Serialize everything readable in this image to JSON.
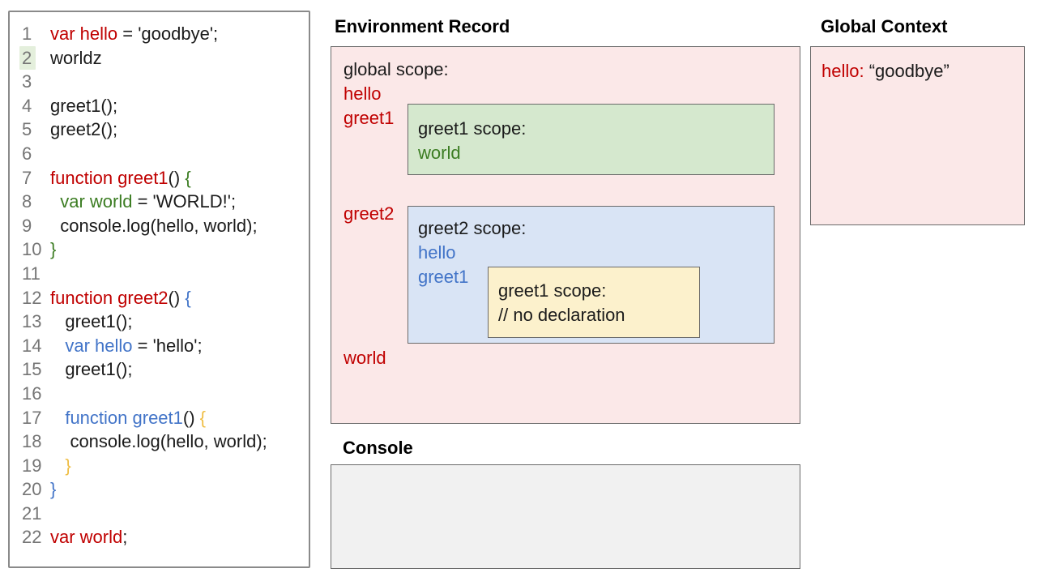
{
  "colors": {
    "black": "#1b1b1b",
    "red": "#c00000",
    "green": "#3c7d23",
    "blue": "#4274c8",
    "yellow": "#efbe45",
    "line_number": "#757575",
    "line_highlight": "#e4efdc",
    "pink_fill": "#fbe8e8",
    "green_fill": "#d5e8ce",
    "blue_fill": "#d9e4f5",
    "yellow_fill": "#fcf1cc",
    "console_fill": "#f1f1f1"
  },
  "code_editor": {
    "lines": [
      {
        "num": "1",
        "highlight": false,
        "segments": [
          {
            "c": "red",
            "t": "var hello"
          },
          {
            "c": "black",
            "t": " = 'goodbye';"
          }
        ]
      },
      {
        "num": "2",
        "highlight": true,
        "segments": [
          {
            "c": "black",
            "t": "worldz"
          }
        ]
      },
      {
        "num": "3",
        "highlight": false,
        "segments": []
      },
      {
        "num": "4",
        "highlight": false,
        "segments": [
          {
            "c": "black",
            "t": "greet1();"
          }
        ]
      },
      {
        "num": "5",
        "highlight": false,
        "segments": [
          {
            "c": "black",
            "t": "greet2();"
          }
        ]
      },
      {
        "num": "6",
        "highlight": false,
        "segments": []
      },
      {
        "num": "7",
        "highlight": false,
        "segments": [
          {
            "c": "red",
            "t": "function greet1"
          },
          {
            "c": "black",
            "t": "() "
          },
          {
            "c": "green",
            "t": "{"
          }
        ]
      },
      {
        "num": "8",
        "highlight": false,
        "segments": [
          {
            "c": "green",
            "t": "  var world"
          },
          {
            "c": "black",
            "t": " = 'WORLD!';"
          }
        ]
      },
      {
        "num": "9",
        "highlight": false,
        "segments": [
          {
            "c": "black",
            "t": "  console.log(hello, world);"
          }
        ]
      },
      {
        "num": "10",
        "highlight": false,
        "segments": [
          {
            "c": "green",
            "t": "}"
          }
        ]
      },
      {
        "num": "11",
        "highlight": false,
        "segments": []
      },
      {
        "num": "12",
        "highlight": false,
        "segments": [
          {
            "c": "red",
            "t": "function greet2"
          },
          {
            "c": "black",
            "t": "() "
          },
          {
            "c": "blue",
            "t": "{"
          }
        ]
      },
      {
        "num": "13",
        "highlight": false,
        "segments": [
          {
            "c": "black",
            "t": "   greet1();"
          }
        ]
      },
      {
        "num": "14",
        "highlight": false,
        "segments": [
          {
            "c": "blue",
            "t": "   var hello"
          },
          {
            "c": "black",
            "t": " = 'hello';"
          }
        ]
      },
      {
        "num": "15",
        "highlight": false,
        "segments": [
          {
            "c": "black",
            "t": "   greet1();"
          }
        ]
      },
      {
        "num": "16",
        "highlight": false,
        "segments": []
      },
      {
        "num": "17",
        "highlight": false,
        "segments": [
          {
            "c": "blue",
            "t": "   function greet1"
          },
          {
            "c": "black",
            "t": "() "
          },
          {
            "c": "yellow",
            "t": "{"
          }
        ]
      },
      {
        "num": "18",
        "highlight": false,
        "segments": [
          {
            "c": "black",
            "t": "    console.log(hello, world);"
          }
        ]
      },
      {
        "num": "19",
        "highlight": false,
        "segments": [
          {
            "c": "yellow",
            "t": "   }"
          }
        ]
      },
      {
        "num": "20",
        "highlight": false,
        "segments": [
          {
            "c": "blue",
            "t": "}"
          }
        ]
      },
      {
        "num": "21",
        "highlight": false,
        "segments": []
      },
      {
        "num": "22",
        "highlight": false,
        "segments": [
          {
            "c": "red",
            "t": "var world"
          },
          {
            "c": "black",
            "t": ";"
          }
        ]
      }
    ]
  },
  "environment_record": {
    "heading": "Environment Record",
    "scope_label": "global scope:",
    "vars": {
      "hello": "hello",
      "greet1": "greet1",
      "greet2": "greet2",
      "world": "world"
    },
    "greet1_scope": {
      "title": "greet1 scope:",
      "var_world": "world"
    },
    "greet2_scope": {
      "title": "greet2 scope:",
      "var_hello": "hello",
      "var_greet1": "greet1",
      "inner_scope": {
        "title": "greet1 scope:",
        "comment": "// no declaration"
      }
    }
  },
  "global_context": {
    "heading": "Global Context",
    "entry": {
      "name": "hello:",
      "value": " “goodbye”"
    }
  },
  "console_panel": {
    "heading": "Console",
    "lines": []
  }
}
